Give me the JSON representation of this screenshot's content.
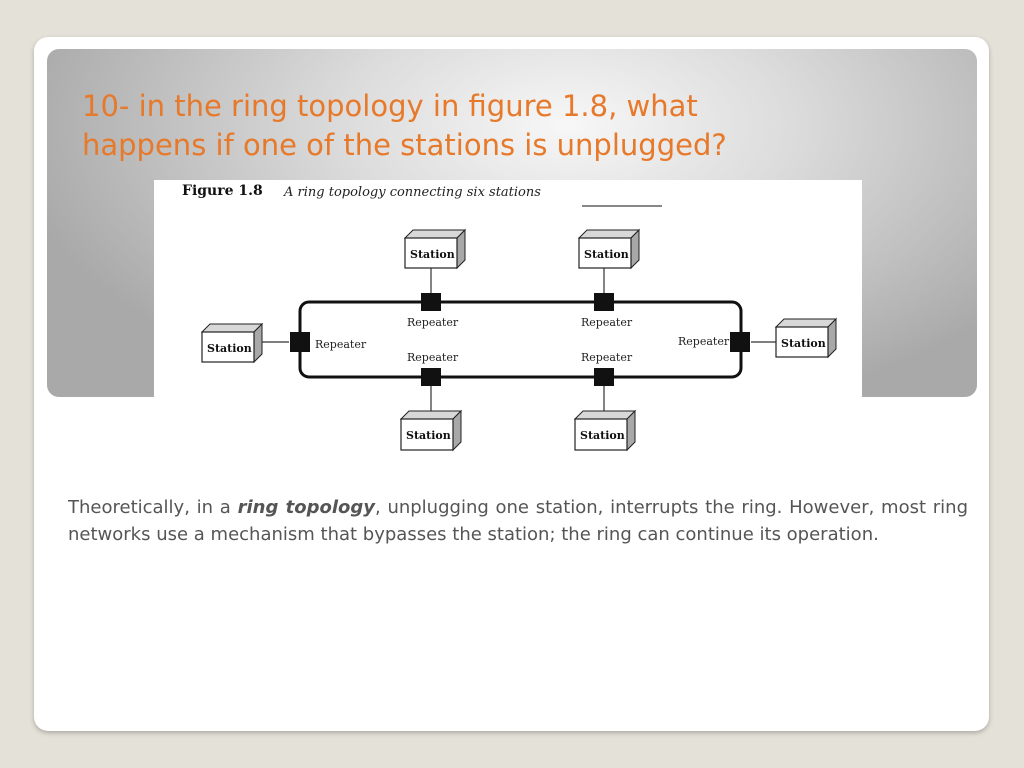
{
  "slide": {
    "title_line1": "10- in the ring topology in figure 1.8, what",
    "title_line2": "happens if one of the stations is unplugged?"
  },
  "figure": {
    "number": "Figure 1.8",
    "caption": "A ring topology connecting six stations",
    "repeater_label": "Repeater",
    "station_label": "Station"
  },
  "answer": {
    "prefix": "Theoretically, in a ",
    "emphasis": "ring topology",
    "suffix": ", unplugging one station, interrupts the ring. However, most ring networks use a mechanism that bypasses the station; the ring can continue its operation."
  },
  "colors": {
    "title": "#e7792b",
    "body_text": "#555555",
    "background": "#e4e1d8"
  }
}
